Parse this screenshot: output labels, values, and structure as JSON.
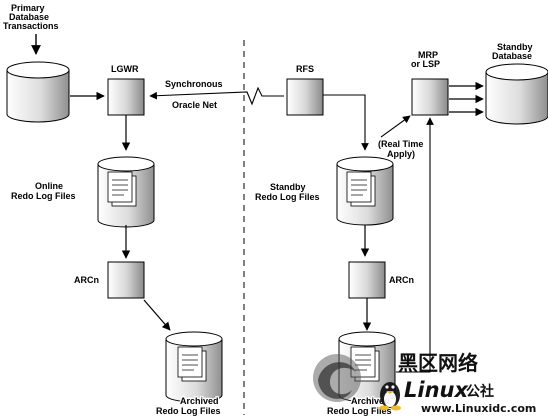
{
  "labels": {
    "primary_txn": [
      "Primary",
      "Database",
      "Transactions"
    ],
    "lgwr": "LGWR",
    "synchronous": "Synchronous",
    "oracle_net": "Oracle Net",
    "rfs": "RFS",
    "mrp": [
      "MRP",
      "or LSP"
    ],
    "standby_db": [
      "Standby",
      "Database"
    ],
    "real_time_apply": [
      "(Real Time",
      "Apply)"
    ],
    "online_redo": [
      "Online",
      "Redo Log Files"
    ],
    "standby_redo": [
      "Standby",
      "Redo Log Files"
    ],
    "arc_left": "ARCn",
    "arc_right": "ARCn",
    "archived_left": [
      "Archived",
      "Redo Log Files"
    ],
    "archived_right": [
      "Archived",
      "Redo Log Files"
    ]
  },
  "watermark": {
    "chinese": "黑区网络",
    "brand_prefix": "Linux",
    "brand_suffix": "公社",
    "url": "www.Linuxidc.com"
  },
  "colors": {
    "accent_blue": "#1a56b8",
    "watermark_purple": "#7a3d9e",
    "url_red": "#e0251b"
  }
}
